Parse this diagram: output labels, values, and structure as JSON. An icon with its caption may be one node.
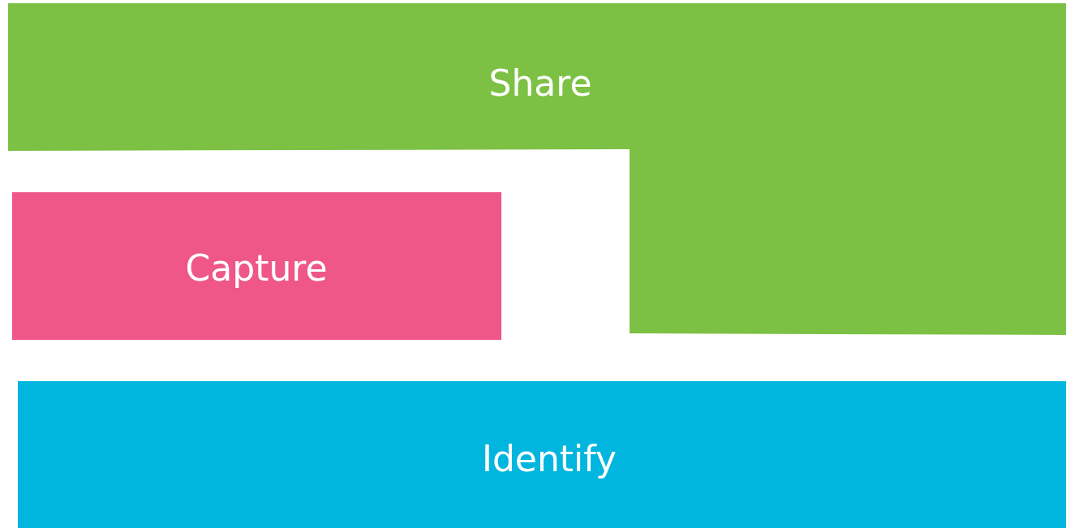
{
  "diagram": {
    "nodes": [
      {
        "text": [
          "Share"
        ]
      },
      {
        "text": [
          "Capture"
        ]
      },
      {
        "text": [
          "Identify"
        ]
      }
    ]
  }
}
